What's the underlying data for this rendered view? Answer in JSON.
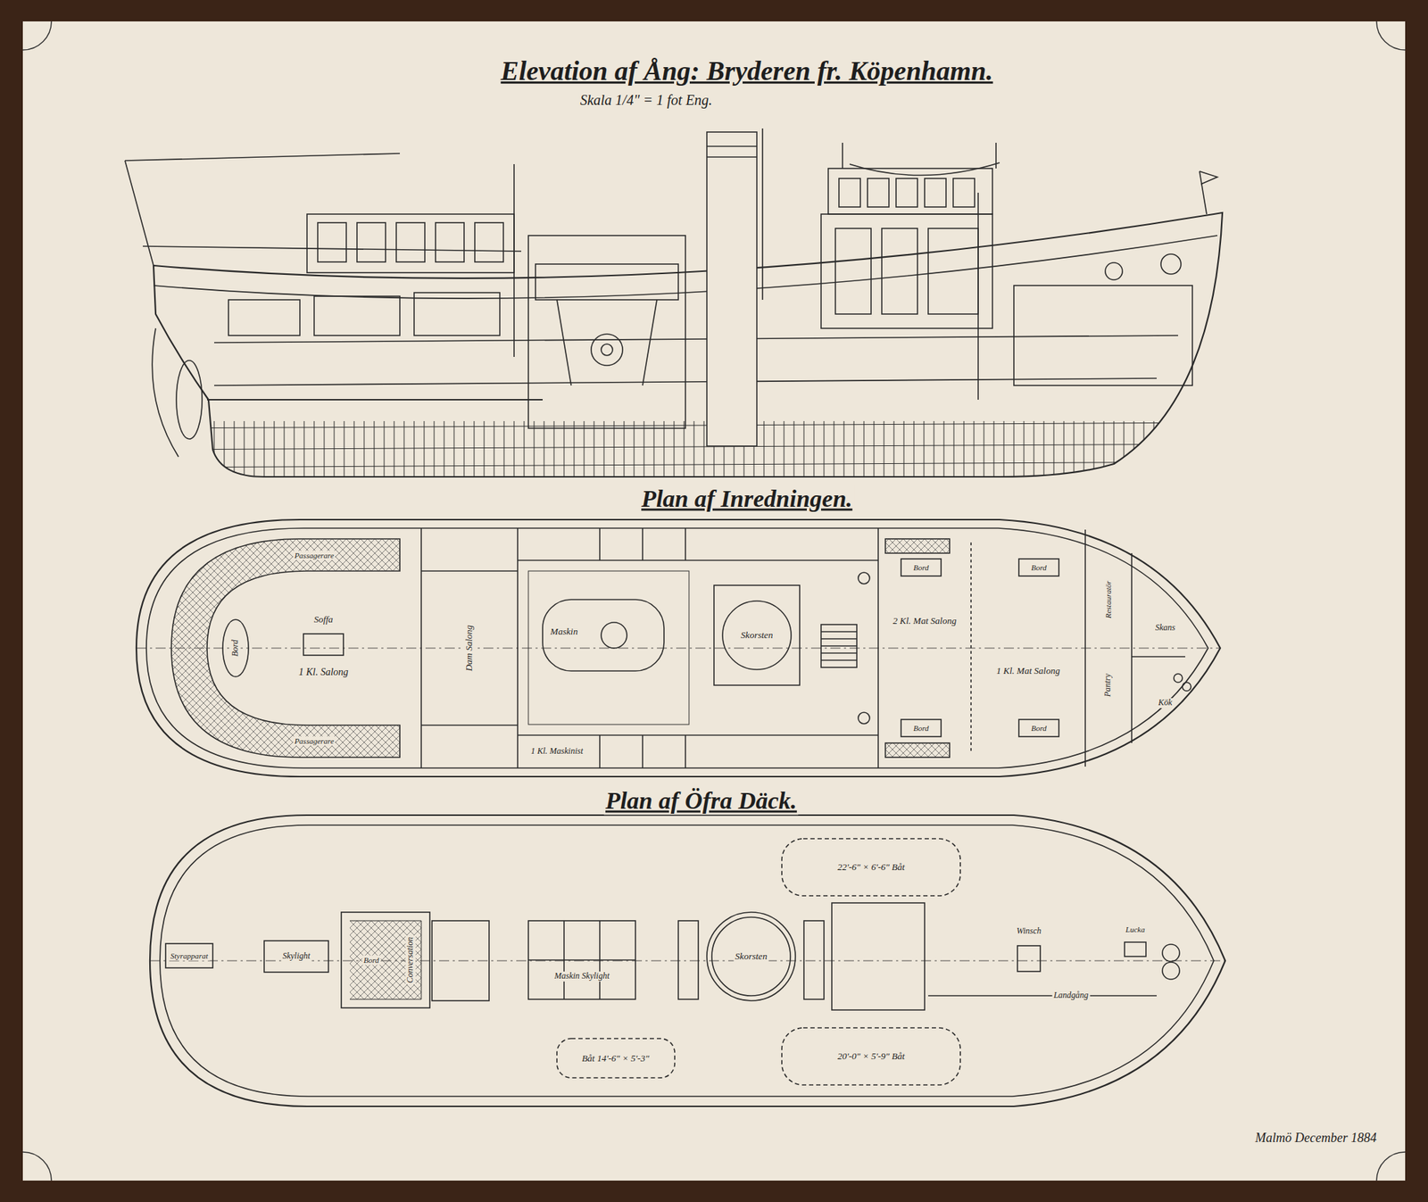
{
  "diagram": {
    "title": "Elevation af Ång: Bryderen fr. Köpenhamn.",
    "labels": [
      "Skala 1/4\" = 1 fot Eng.",
      "Plan af Inredningen.",
      "Plan af Öfra Däck.",
      "Malmö December 1884",
      "Bord",
      "Soffa",
      "1 Kl. Salong",
      "Passagerare",
      "Passagerare",
      "Dam Salong",
      "Maskin",
      "Skorsten",
      "2 Kl. Mat Salong",
      "1 Kl. Mat Salong",
      "Bord",
      "Bord",
      "Bord",
      "Bord",
      "Pantry",
      "Skans",
      "Kök",
      "1 Kl. Maskinist",
      "Restauratör",
      "Styrapparat",
      "Skylight",
      "Conversation",
      "Bord",
      "Maskin Skylight",
      "Skorsten",
      "22'-6\" × 6'-6\" Båt",
      "20'-0\" × 5'-9\" Båt",
      "Båt 14'-6\" × 5'-3\"",
      "Winsch",
      "Landgång",
      "Lucka"
    ]
  }
}
